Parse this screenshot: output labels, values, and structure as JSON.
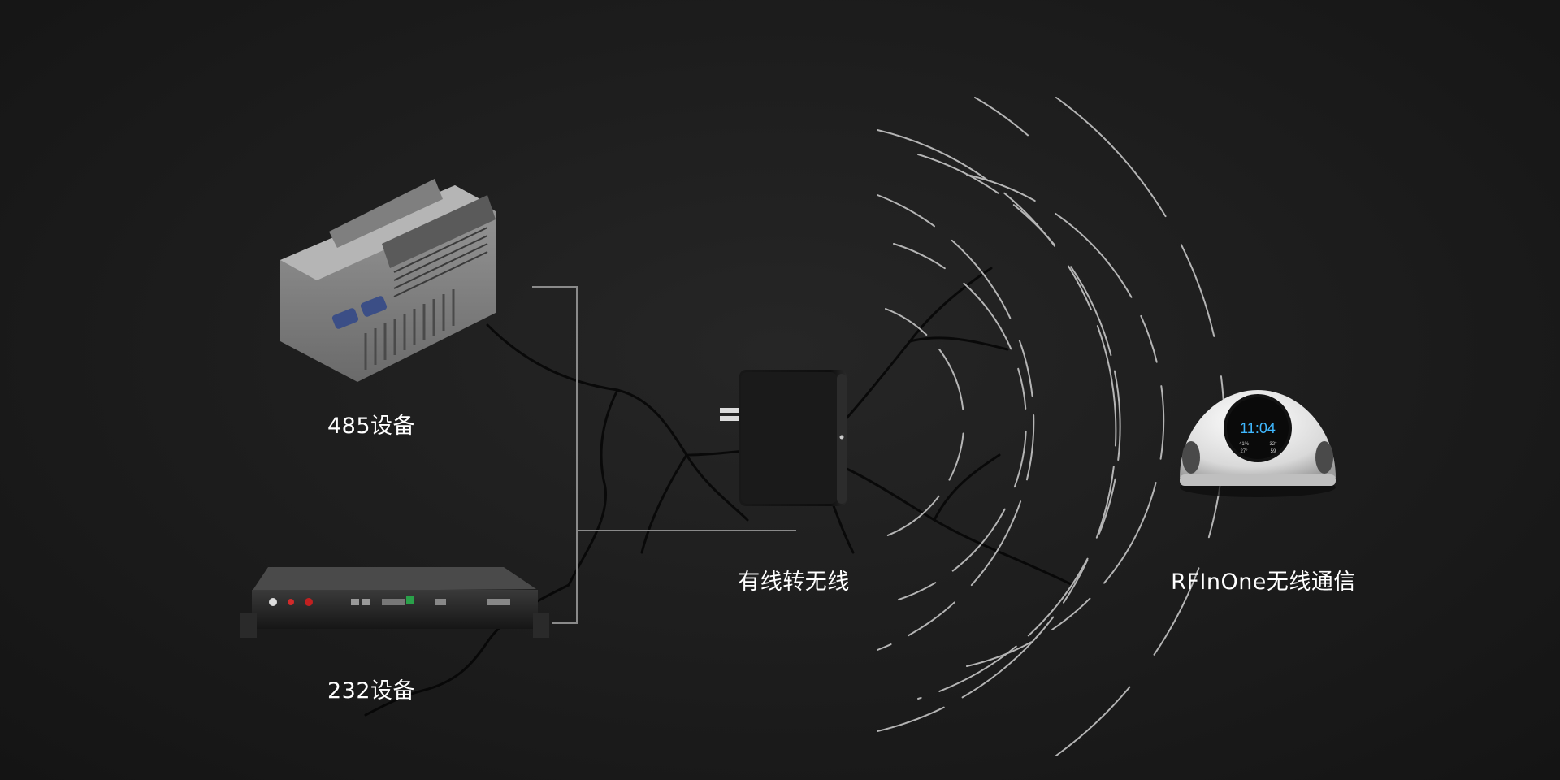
{
  "nodes": {
    "device_485": {
      "label": "485设备"
    },
    "device_232": {
      "label": "232设备"
    },
    "converter": {
      "label": "有线转无线"
    },
    "rfinone": {
      "label": "RFInOne无线通信",
      "screen": {
        "time": "11:04",
        "readouts": [
          "41%",
          "32°",
          "27°",
          "59"
        ]
      }
    }
  },
  "colors": {
    "background": "#1c1c1c",
    "connector_line": "#8a8a8a",
    "wave_arc": "#cfcfcf",
    "label_text": "#ffffff",
    "screen_time": "#3fb8ff"
  }
}
